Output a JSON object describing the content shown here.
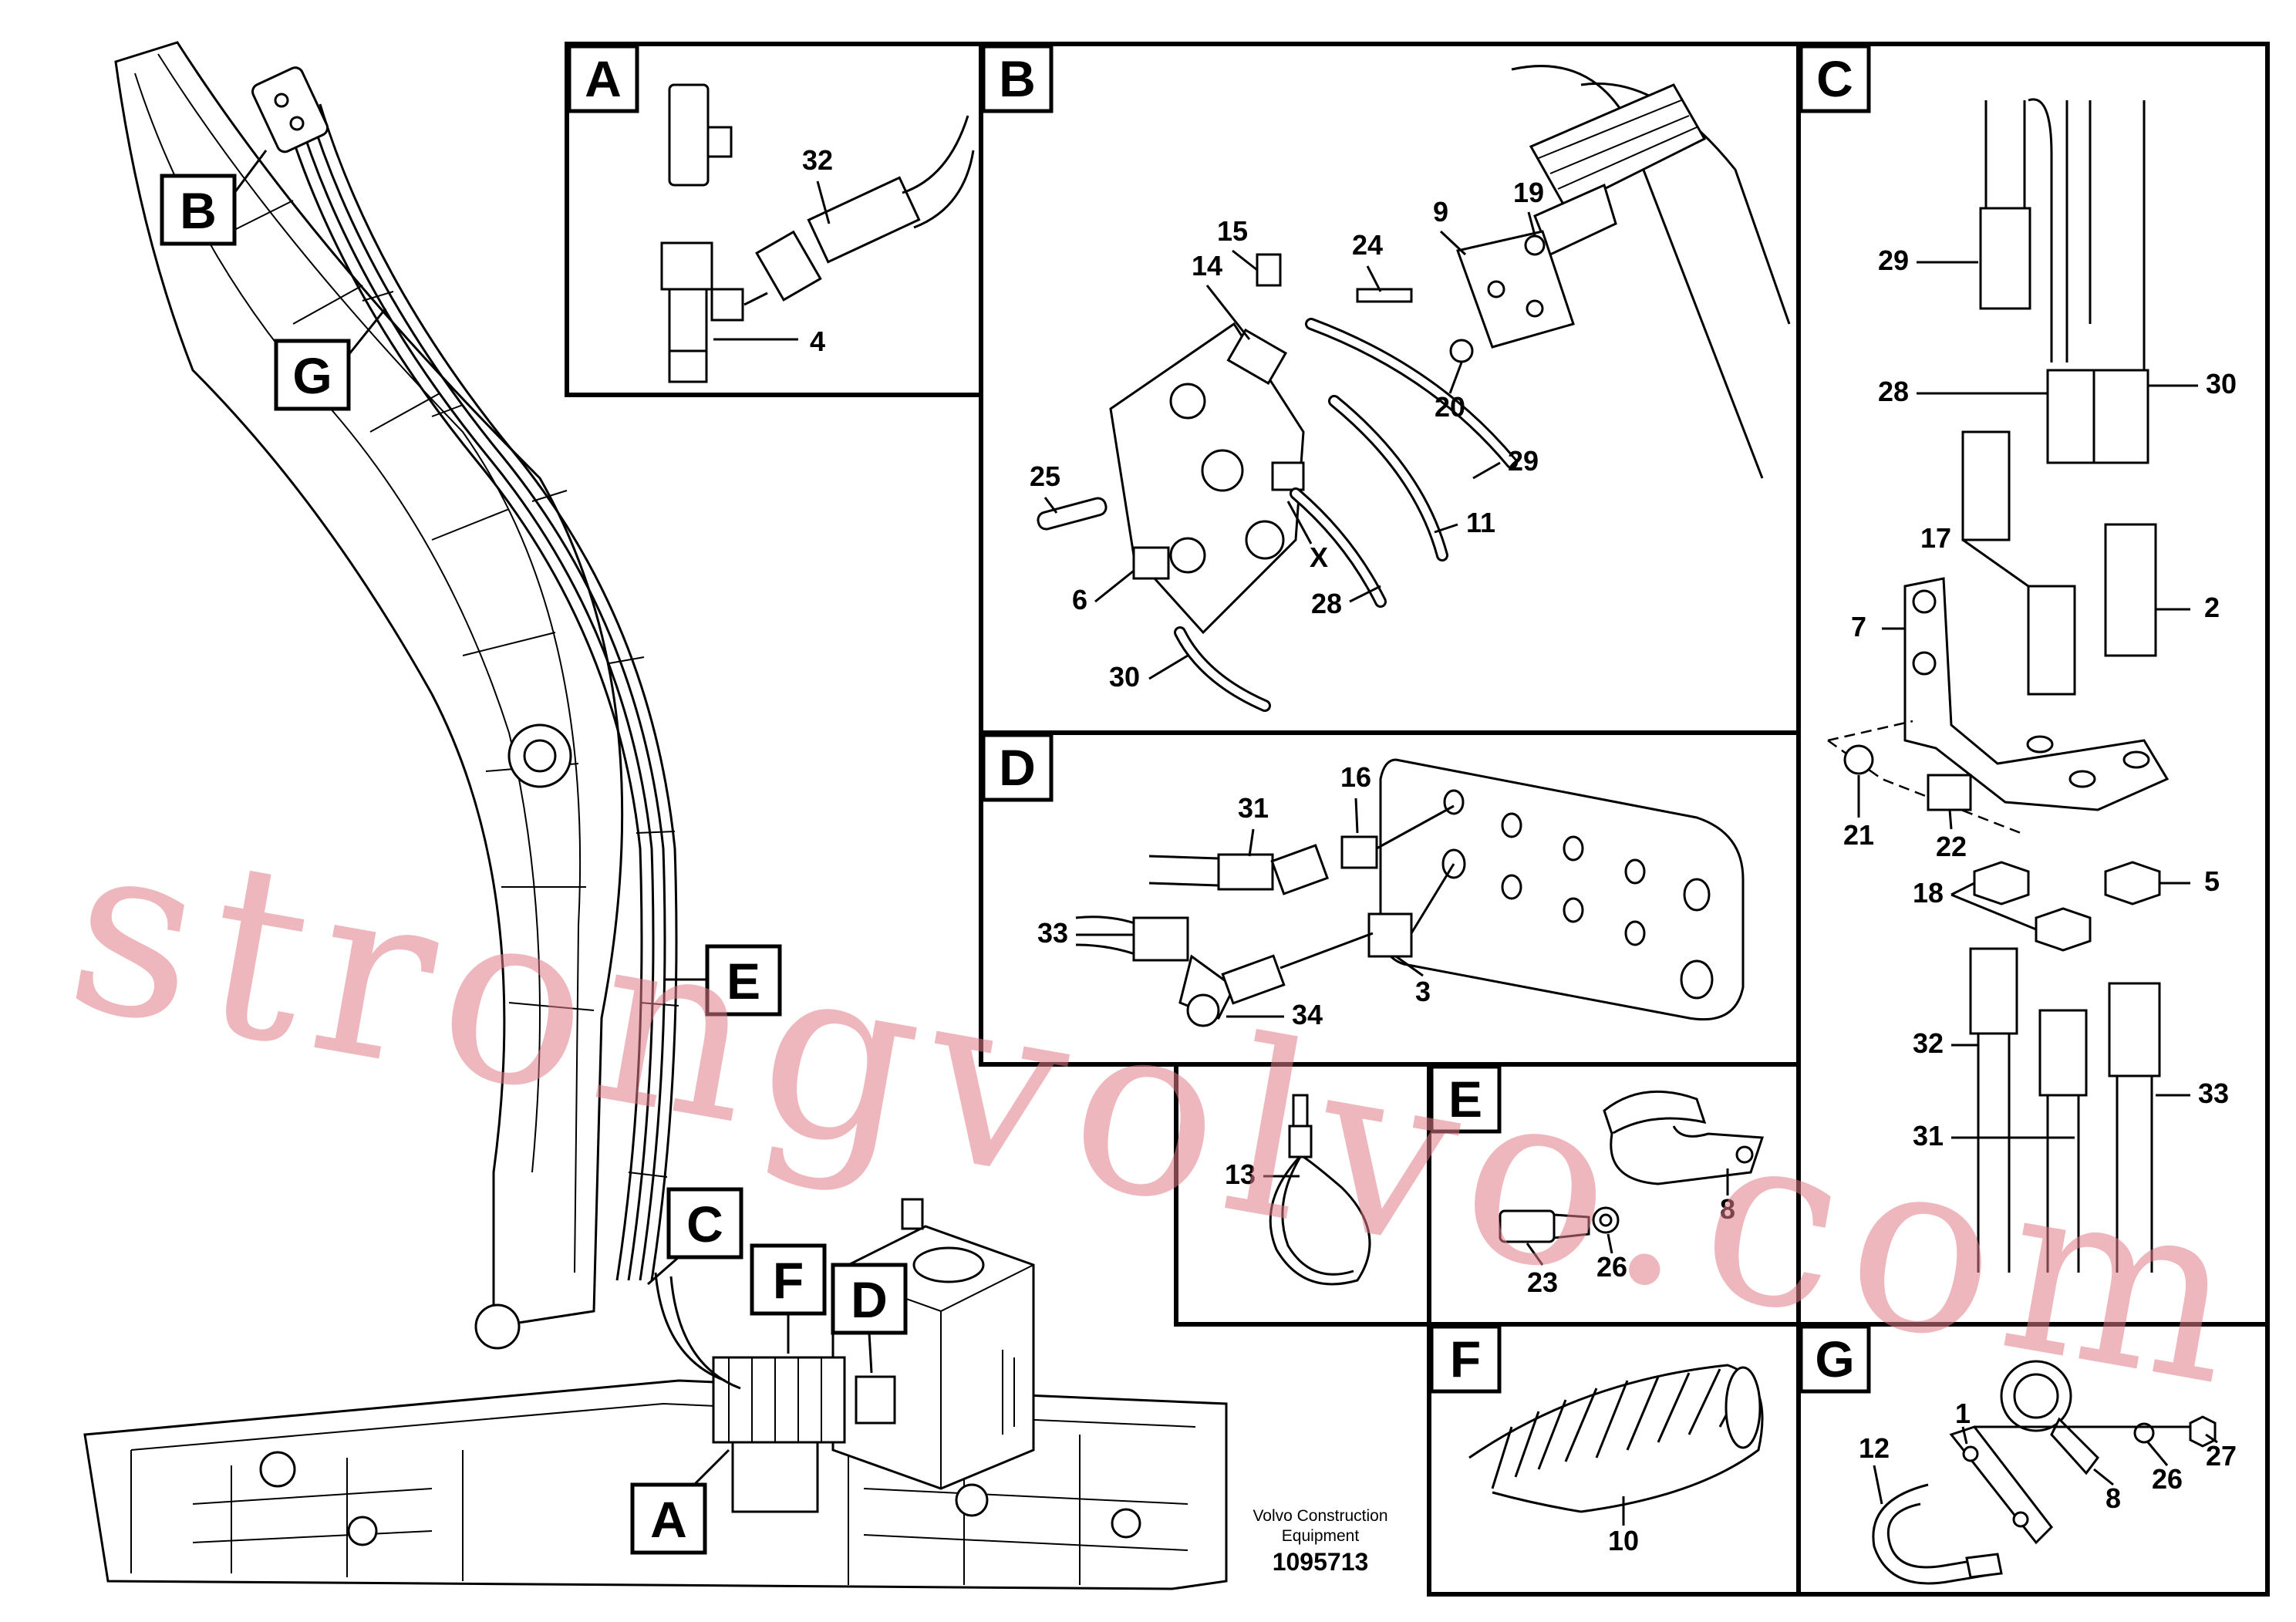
{
  "overview_labels": [
    "A",
    "B",
    "C",
    "D",
    "E",
    "F",
    "G"
  ],
  "panels": {
    "A": {
      "letter": "A",
      "callouts": [
        "32",
        "4"
      ]
    },
    "B": {
      "letter": "B",
      "callouts": [
        "15",
        "14",
        "24",
        "9",
        "19",
        "20",
        "29",
        "25",
        "11",
        "X",
        "6",
        "28",
        "30"
      ]
    },
    "C": {
      "letter": "C",
      "callouts": [
        "29",
        "28",
        "30",
        "17",
        "2",
        "7",
        "21",
        "22",
        "5",
        "18",
        "32",
        "33",
        "31"
      ]
    },
    "D": {
      "letter": "D",
      "callouts": [
        "31",
        "16",
        "33",
        "34",
        "3"
      ]
    },
    "E": {
      "letter": "E",
      "callouts": [
        "8",
        "23",
        "26"
      ]
    },
    "F": {
      "letter": "F",
      "callouts": [
        "10"
      ]
    },
    "G": {
      "letter": "G",
      "callouts": [
        "1",
        "12",
        "8",
        "26",
        "27"
      ]
    },
    "clip": {
      "callouts": [
        "13"
      ]
    }
  },
  "footer": {
    "line1": "Volvo Construction",
    "line2": "Equipment",
    "number": "1095713"
  },
  "watermark": "strongvolvo.com",
  "colors": {
    "ink": "#000000",
    "paper": "#ffffff",
    "watermark": "#e07b86"
  }
}
